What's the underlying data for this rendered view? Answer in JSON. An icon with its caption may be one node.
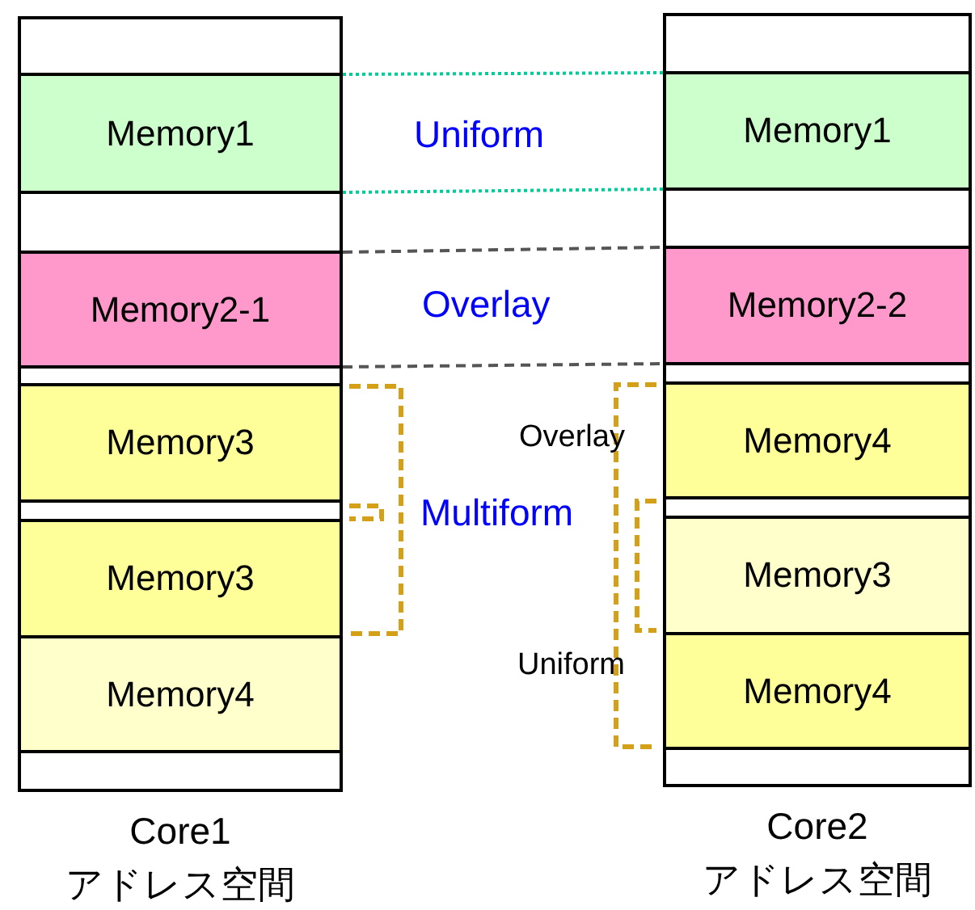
{
  "diagram": {
    "nodes": [
      {
        "text": [
          "Core1 アドレス空間"
        ]
      },
      {
        "text": [],
        "shape": "box",
        "in": 0
      },
      {
        "text": [
          "Memory1"
        ],
        "in": 0
      },
      {
        "text": [],
        "shape": "box",
        "in": 0
      },
      {
        "text": [
          "Memory2-1"
        ],
        "in": 0
      },
      {
        "text": [],
        "shape": "box",
        "in": 0
      },
      {
        "text": [
          "Memory3"
        ],
        "in": 0
      },
      {
        "text": [],
        "shape": "box",
        "in": 0
      },
      {
        "text": [
          "Memory3"
        ],
        "in": 0
      },
      {
        "text": [
          "Memory4"
        ],
        "in": 0
      },
      {
        "text": [],
        "shape": "box",
        "in": 0
      },
      {
        "text": [
          "Core2 アドレス空間"
        ]
      },
      {
        "text": [],
        "shape": "box",
        "in": 11
      },
      {
        "text": [
          "Memory1"
        ],
        "in": 11
      },
      {
        "text": [],
        "shape": "box",
        "in": 11
      },
      {
        "text": [
          "Memory2-2"
        ],
        "in": 11
      },
      {
        "text": [],
        "shape": "box",
        "in": 11
      },
      {
        "text": [
          "Memory4"
        ],
        "in": 11
      },
      {
        "text": [],
        "shape": "box",
        "in": 11
      },
      {
        "text": [
          "Memory3"
        ],
        "in": 11
      },
      {
        "text": [
          "Memory4"
        ],
        "in": 11
      },
      {
        "text": [],
        "shape": "box",
        "in": 11
      }
    ],
    "edges": [
      {
        "from": 2,
        "to": 13,
        "arrow": "none",
        "style": "dashed",
        "color": "#00cc99"
      },
      {
        "from": 2,
        "to": 13,
        "arrow": "none",
        "style": "dashed",
        "color": "#00cc99"
      },
      {
        "from": 4,
        "to": 15,
        "arrow": "none",
        "style": "dashed",
        "color": "#555555"
      },
      {
        "from": 4,
        "to": 15,
        "arrow": "none",
        "style": "dashed",
        "color": "#555555"
      }
    ],
    "labels": [
      "Uniform",
      "Overlay",
      "Overlay",
      "Multiform",
      "Uniform"
    ]
  }
}
